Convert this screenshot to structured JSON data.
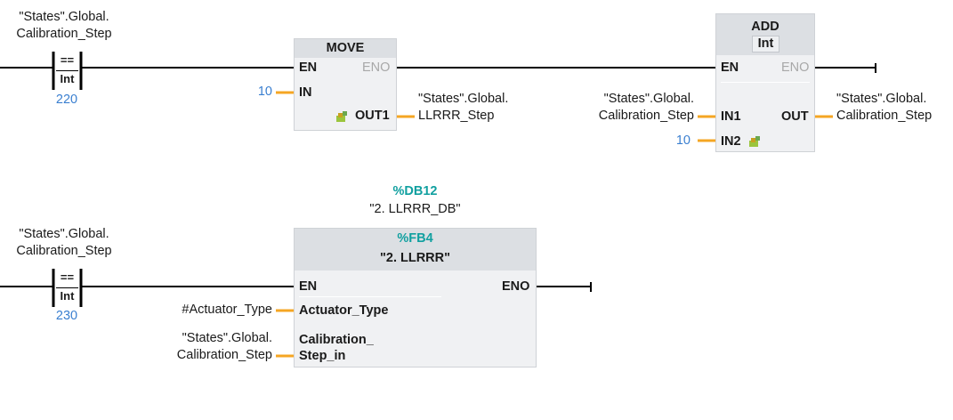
{
  "network1": {
    "contact": {
      "operand_line1": "\"States\".Global.",
      "operand_line2": "Calibration_Step",
      "operator": "==",
      "type": "Int",
      "compare_value": "220"
    },
    "move": {
      "title": "MOVE",
      "en": "EN",
      "eno": "ENO",
      "in": "IN",
      "out1": "OUT1",
      "in_value": "10",
      "out_line1": "\"States\".Global.",
      "out_line2": "LLRRR_Step"
    },
    "add": {
      "title": "ADD",
      "type": "Int",
      "en": "EN",
      "eno": "ENO",
      "in1": "IN1",
      "in2": "IN2",
      "out": "OUT",
      "in1_line1": "\"States\".Global.",
      "in1_line2": "Calibration_Step",
      "in2_value": "10",
      "out_line1": "\"States\".Global.",
      "out_line2": "Calibration_Step"
    }
  },
  "network2": {
    "contact": {
      "operand_line1": "\"States\".Global.",
      "operand_line2": "Calibration_Step",
      "operator": "==",
      "type": "Int",
      "compare_value": "230"
    },
    "fb": {
      "db_address": "%DB12",
      "db_name": "\"2. LLRRR_DB\"",
      "fb_address": "%FB4",
      "fb_name": "\"2. LLRRR\"",
      "en": "EN",
      "eno": "ENO",
      "pin_actuator": "Actuator_Type",
      "pin_calib_line1": "Calibration_",
      "pin_calib_line2": "Step_in",
      "actuator_value": "#Actuator_Type",
      "calib_line1": "\"States\".Global.",
      "calib_line2": "Calibration_Step"
    }
  },
  "colors": {
    "wire": "#000000",
    "connection": "#f5a623",
    "value_blue": "#3a7fd0",
    "address_teal": "#11a0a0",
    "block_fill": "#f0f1f3",
    "block_header": "#dcdfe3"
  },
  "icons": [
    "add-pin-icon"
  ]
}
